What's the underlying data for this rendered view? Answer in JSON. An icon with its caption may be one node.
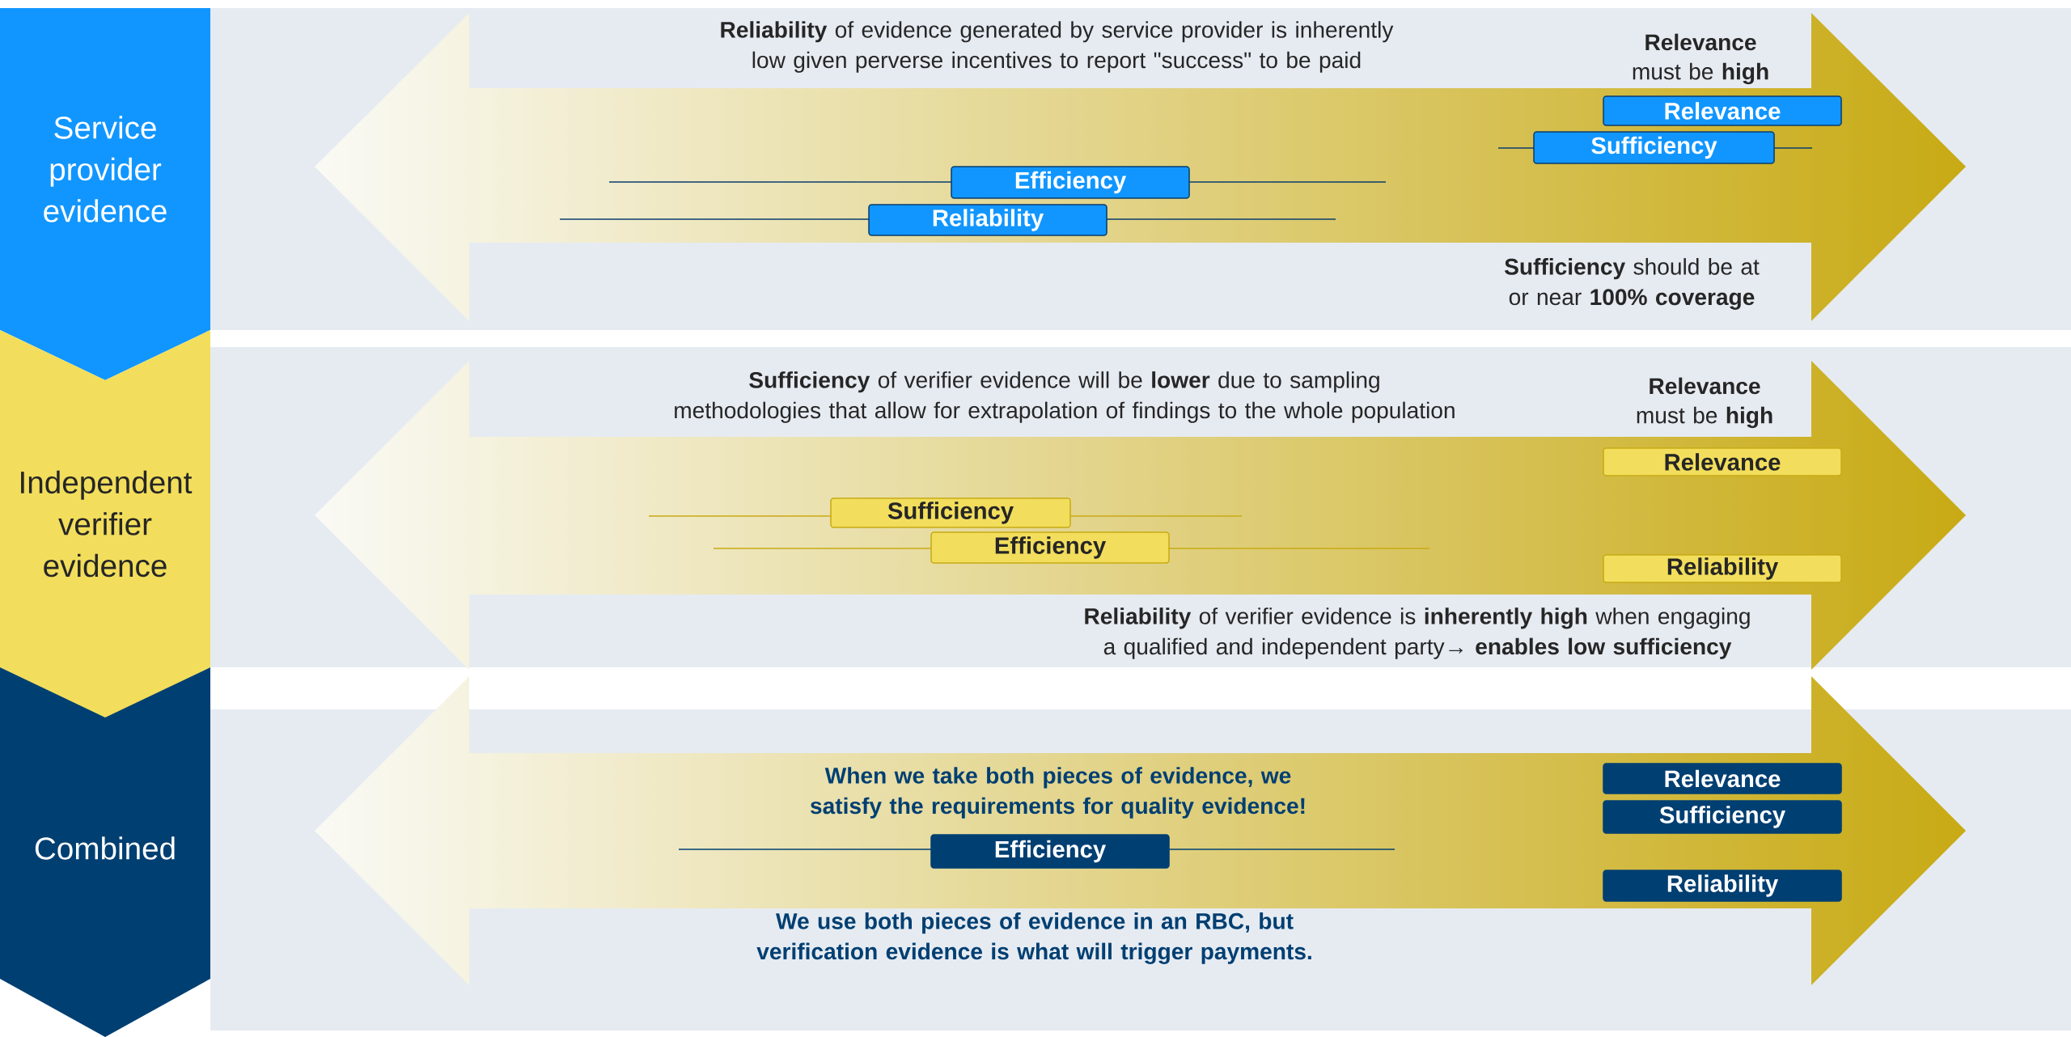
{
  "diagram": {
    "nodes": [
      {
        "text": [
          "Service provider evidence"
        ]
      },
      {
        "text": [
          "Relevance"
        ]
      },
      {
        "text": [
          "Sufficiency"
        ]
      },
      {
        "text": [
          "Efficiency"
        ]
      },
      {
        "text": [
          "Reliability"
        ]
      },
      {
        "text": [
          "Independent verifier evidence"
        ]
      },
      {
        "text": [
          "Relevance"
        ]
      },
      {
        "text": [
          "Sufficiency"
        ]
      },
      {
        "text": [
          "Efficiency"
        ]
      },
      {
        "text": [
          "Reliability"
        ]
      },
      {
        "text": [
          "Combined"
        ]
      },
      {
        "text": [
          "Relevance"
        ]
      },
      {
        "text": [
          "Sufficiency"
        ]
      },
      {
        "text": [
          "Efficiency"
        ]
      },
      {
        "text": [
          "Reliability"
        ]
      }
    ],
    "labels": [
      "**Reliability** of evidence generated by service provider is inherently low given perverse incentives to report \"success\" to be paid",
      "Relevance",
      "must be **high**",
      "**Sufficiency** should be at or near **100% coverage**",
      "**Sufficiency** of verifier evidence will be **lower** due to sampling methodologies that allow for extrapolation of findings to the whole population",
      "Relevance",
      "must be **high**",
      "**Reliability** of verifier evidence is **inherently high** when engaging a qualified and independent party→ **enables low sufficiency**",
      "When we take both pieces of evidence, we satisfy the requirements for quality evidence!",
      "We use both pieces of evidence in an RBC, but verification evidence is what will trigger payments."
    ]
  }
}
